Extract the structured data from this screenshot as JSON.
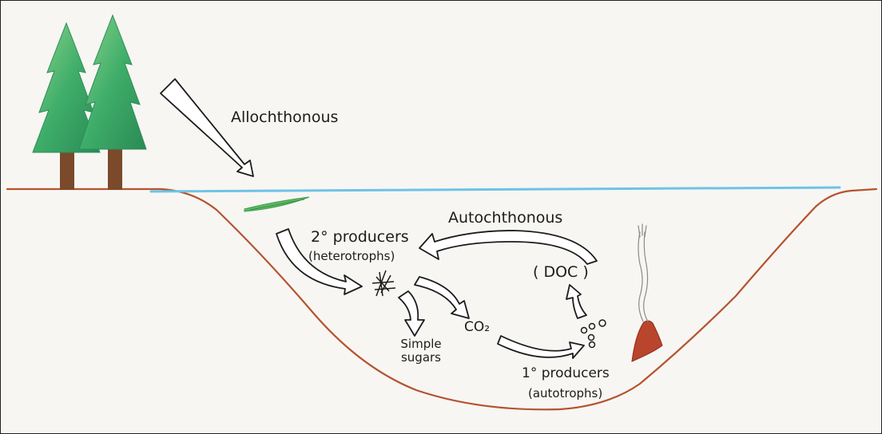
{
  "diagram": {
    "labels": {
      "allochthonous": "Allochthonous",
      "autochthonous": "Autochthonous",
      "secondary_producers": "2° producers",
      "heterotrophs": "(heterotrophs)",
      "doc": "( DOC )",
      "co2": "CO₂",
      "simple_sugars_line1": "Simple",
      "simple_sugars_line2": "sugars",
      "primary_producers": "1° producers",
      "autotrophs": "(autotrophs)"
    },
    "colors": {
      "tree_foliage": "#3fae6a",
      "tree_trunk": "#7a4a2a",
      "ground_line": "#b5532f",
      "water_line": "#6ec3e6",
      "leaf": "#5dbb63",
      "vent": "#b8452c",
      "arrow_stroke": "#1c1c1c"
    }
  }
}
